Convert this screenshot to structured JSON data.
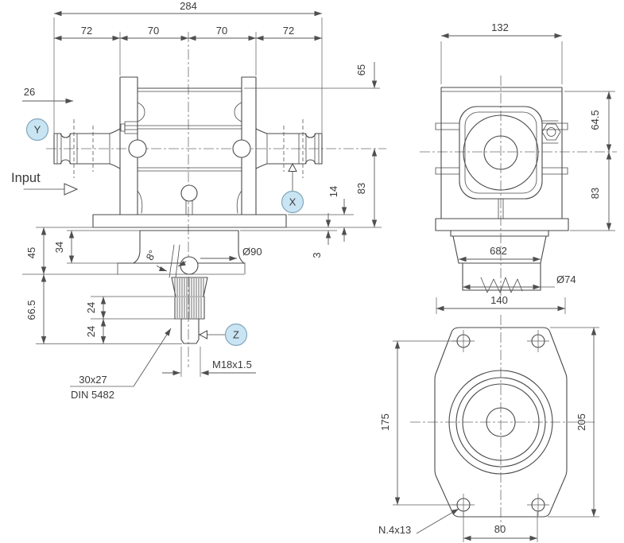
{
  "colors": {
    "line": "#4a4a4a",
    "dim_line": "#5a5a5a",
    "text": "#3b3b3b",
    "balloon_fill": "#c9e5f4",
    "balloon_stroke": "#84a7bc"
  },
  "front": {
    "overall_width": "284",
    "seg_72a": "72",
    "seg_70a": "70",
    "seg_70b": "70",
    "seg_72b": "72",
    "offset_26": "26",
    "input_label": "Input",
    "balloon_y": "Y",
    "balloon_x": "X",
    "balloon_z": "Z",
    "height_65": "65",
    "height_83": "83",
    "flange_14": "14",
    "step_3": "3",
    "left_45": "45",
    "left_34": "34",
    "left_66_5": "66.5",
    "spline_24a": "24",
    "spline_24b": "24",
    "bore_d90": "Ø90",
    "taper_angle": "8°",
    "thread": "M18x1.5",
    "spline_size": "30x27",
    "spline_std": "DIN 5482"
  },
  "side": {
    "width_132": "132",
    "upper_64_5": "64.5",
    "lower_83": "83",
    "hub_682": "682",
    "spline_d74": "Ø74",
    "flange_140": "140"
  },
  "flange": {
    "bolt_span_175": "175",
    "height_205": "205",
    "bolt_span_80": "80",
    "holes_note": "N.4x13"
  }
}
